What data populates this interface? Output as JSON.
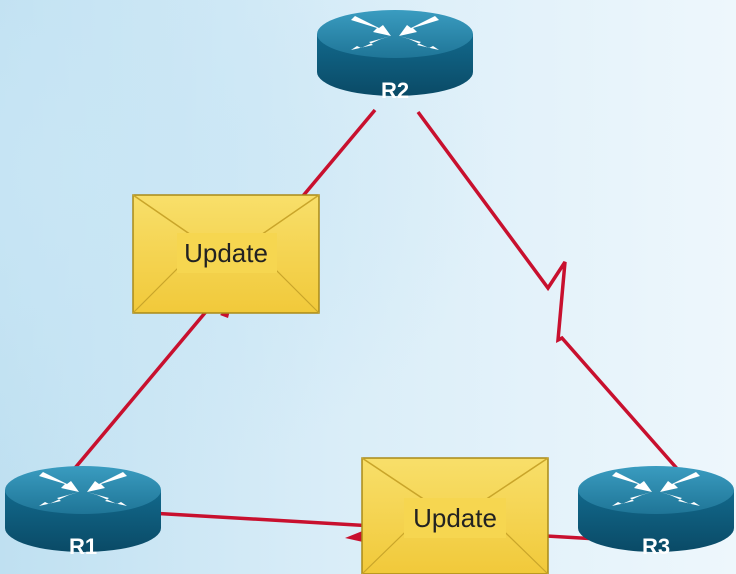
{
  "colors": {
    "background_light": "#e9f4fb",
    "background_blue": "#bfe0f1",
    "link": "#c8102e",
    "router_top": "#2a86a8",
    "router_side": "#0d5877",
    "envelope_fill": "#f5d44a",
    "envelope_edge": "#a98a18"
  },
  "routers": [
    {
      "id": "r1",
      "label": "R1",
      "icon": "router-icon"
    },
    {
      "id": "r2",
      "label": "R2",
      "icon": "router-icon"
    },
    {
      "id": "r3",
      "label": "R3",
      "icon": "router-icon"
    }
  ],
  "links": [
    {
      "from": "R1",
      "to": "R2",
      "type": "ethernet"
    },
    {
      "from": "R2",
      "to": "R3",
      "type": "serial"
    },
    {
      "from": "R1",
      "to": "R3",
      "type": "ethernet"
    }
  ],
  "messages": [
    {
      "label": "Update",
      "icon": "envelope-icon",
      "on_link": "R1-R2"
    },
    {
      "label": "Update",
      "icon": "envelope-icon",
      "on_link": "R1-R3"
    }
  ]
}
